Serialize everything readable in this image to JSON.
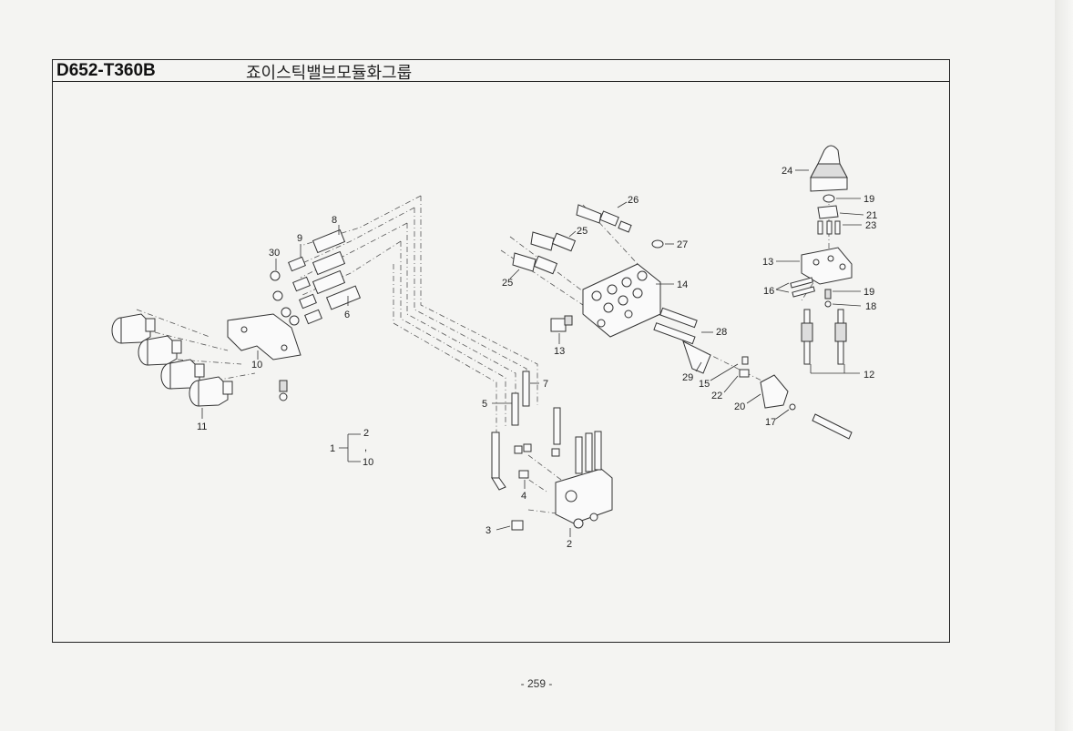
{
  "header": {
    "code": "D652-T360B",
    "title": "죠이스틱밸브모듈화그룹"
  },
  "footer": {
    "page": "- 259 -"
  },
  "callouts": {
    "c1": "1",
    "c2a": "2",
    "c2b": "2",
    "c3": "3",
    "c4": "4",
    "c5": "5",
    "c6": "6",
    "c7": "7",
    "c8": "8",
    "c9": "9",
    "c10a": "10",
    "c10b": "10",
    "c11": "11",
    "c12": "12",
    "c13a": "13",
    "c13b": "13",
    "c14": "14",
    "c15": "15",
    "c16": "16",
    "c17": "17",
    "c18": "18",
    "c19a": "19",
    "c19b": "19",
    "c20": "20",
    "c21": "21",
    "c22": "22",
    "c23": "23",
    "c24": "24",
    "c25a": "25",
    "c25b": "25",
    "c26": "26",
    "c27": "27",
    "c28": "28",
    "c29": "29",
    "c30": "30",
    "bracket_comma": ","
  }
}
